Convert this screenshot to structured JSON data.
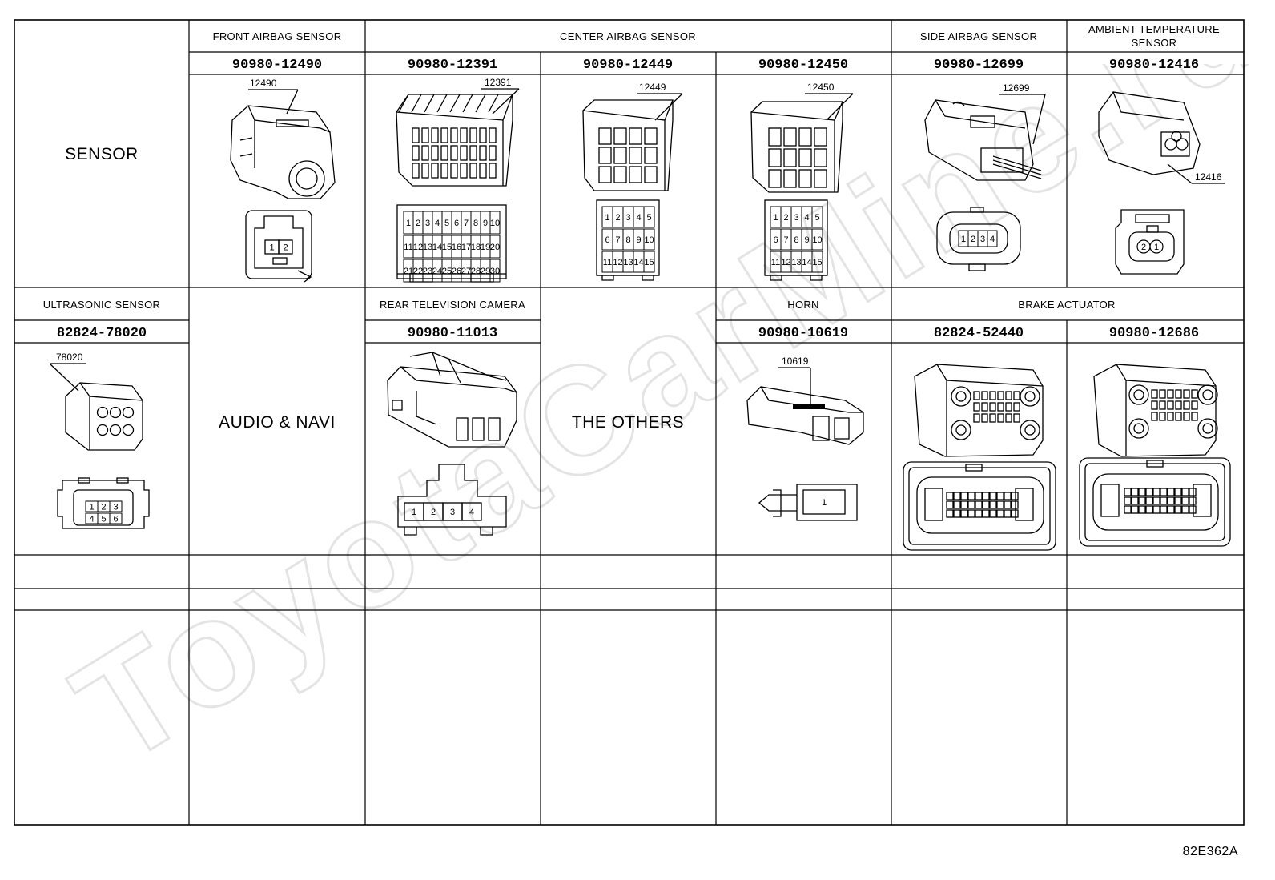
{
  "watermark": "ToyotaCarMine.ru",
  "doc_code": "82E362A",
  "categories": {
    "sensor": "SENSOR",
    "audio": "AUDIO & NAVI",
    "others": "THE OTHERS"
  },
  "row1": {
    "front_airbag": {
      "title": "FRONT AIRBAG SENSOR",
      "part": "90980-12490",
      "code": "12490",
      "pins": [
        "1",
        "2"
      ]
    },
    "center_airbag": {
      "title": "CENTER AIRBAG SENSOR",
      "parts": [
        {
          "part": "90980-12391",
          "code": "12391",
          "pins": [
            "1",
            "2",
            "3",
            "4",
            "5",
            "6",
            "7",
            "8",
            "9",
            "10",
            "11",
            "12",
            "13",
            "14",
            "15",
            "16",
            "17",
            "18",
            "19",
            "20",
            "21",
            "22",
            "23",
            "24",
            "25",
            "26",
            "27",
            "28",
            "29",
            "30"
          ]
        },
        {
          "part": "90980-12449",
          "code": "12449",
          "pins": [
            "1",
            "2",
            "3",
            "4",
            "5",
            "6",
            "7",
            "8",
            "9",
            "10",
            "11",
            "12",
            "13",
            "14",
            "15"
          ]
        },
        {
          "part": "90980-12450",
          "code": "12450",
          "pins": [
            "1",
            "2",
            "3",
            "4",
            "5",
            "6",
            "7",
            "8",
            "9",
            "10",
            "11",
            "12",
            "13",
            "14",
            "15"
          ]
        }
      ]
    },
    "side_airbag": {
      "title": "SIDE AIRBAG SENSOR",
      "part": "90980-12699",
      "code": "12699",
      "pins": [
        "1",
        "2",
        "3",
        "4"
      ]
    },
    "ambient": {
      "title_line1": "AMBIENT TEMPERATURE",
      "title_line2": "SENSOR",
      "part": "90980-12416",
      "code": "12416",
      "pins": [
        "2",
        "1"
      ]
    }
  },
  "row2": {
    "ultrasonic": {
      "title": "ULTRASONIC SENSOR",
      "part": "82824-78020",
      "code": "78020",
      "pins": [
        "1",
        "2",
        "3",
        "4",
        "5",
        "6"
      ]
    },
    "rear_camera": {
      "title": "REAR TELEVISION CAMERA",
      "part": "90980-11013",
      "pins": [
        "1",
        "2",
        "3",
        "4"
      ]
    },
    "horn": {
      "title": "HORN",
      "part": "90980-10619",
      "code": "10619",
      "pins": [
        "1"
      ]
    },
    "brake_actuator": {
      "title": "BRAKE ACTUATOR",
      "parts": [
        "82824-52440",
        "90980-12686"
      ]
    }
  }
}
